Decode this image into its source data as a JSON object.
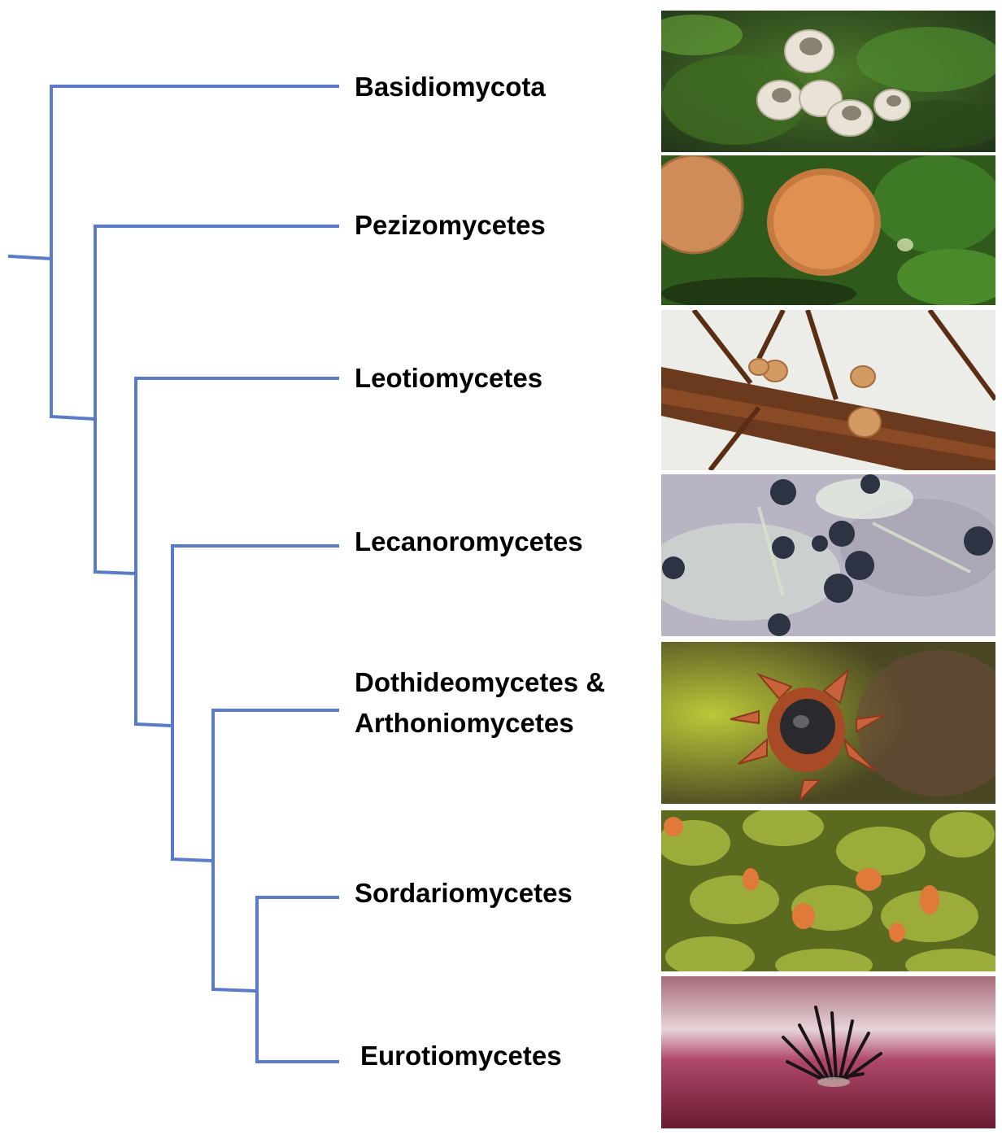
{
  "tree": {
    "line_color": "#5A7CC8",
    "taxa": [
      {
        "name": "Basidiomycota",
        "photo": "white-cup-fungi-on-moss"
      },
      {
        "name": "Pezizomycetes",
        "photo": "orange-disc-fungus-on-moss"
      },
      {
        "name": "Leotiomycetes",
        "photo": "tan-disc-fungi-on-twig"
      },
      {
        "name": "Lecanoromycetes",
        "photo": "black-apothecia-lichen"
      },
      {
        "name_line1": "Dothideomycetes &",
        "name_line2": "Arthoniomycetes",
        "photo": "dark-fungus-on-moss-tip"
      },
      {
        "name": "Sordariomycetes",
        "photo": "orange-perithecia-on-moss"
      },
      {
        "name": "Eurotiomycetes",
        "photo": "black-bristles-on-red-substrate"
      }
    ]
  }
}
